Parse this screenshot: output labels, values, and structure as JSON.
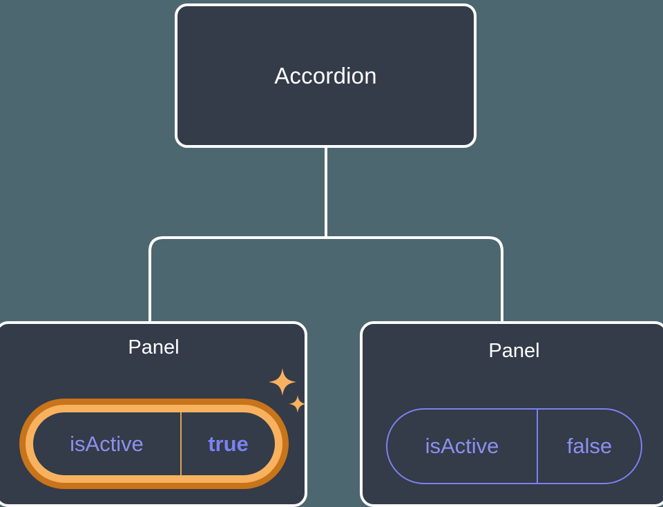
{
  "canvas": {
    "background_color": "#4d6770",
    "node_fill_color": "#343b49",
    "node_border_color": "#ffffff",
    "connector_color": "#ffffff",
    "accent_highlight_color": "#f8b25f",
    "accent_highlight_shadow_color": "#c8741a",
    "prop_text_color": "#8b91ee",
    "prop_value_active_color": "#7b82f0"
  },
  "tree": {
    "root": {
      "title": "Accordion"
    },
    "children": [
      {
        "title": "Panel",
        "highlighted": true,
        "prop": {
          "key": "isActive",
          "value": "true"
        },
        "decoration": "sparkles"
      },
      {
        "title": "Panel",
        "highlighted": false,
        "prop": {
          "key": "isActive",
          "value": "false"
        }
      }
    ]
  },
  "icons": {
    "sparkle_large": "sparkle-icon",
    "sparkle_small": "sparkle-icon"
  }
}
